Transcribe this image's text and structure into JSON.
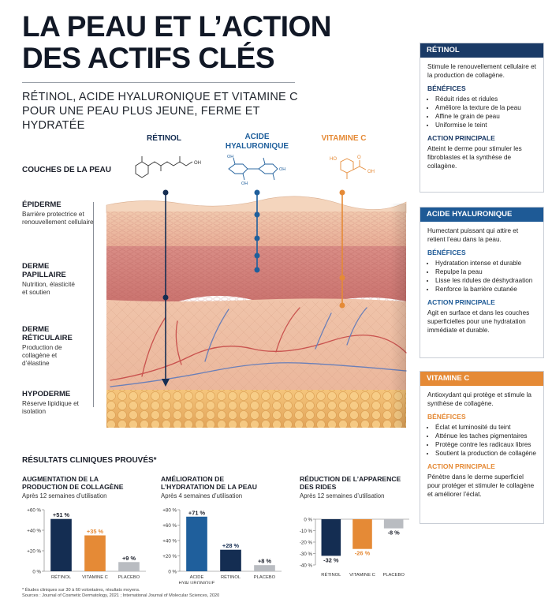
{
  "header": {
    "title": "LA PEAU ET L’ACTION DES ACTIFS CLÉS",
    "subtitle": "RÉTINOL, ACIDE HYALURONIQUE ET VITAMINE C POUR UNE PEAU PLUS JEUNE, FERME ET HYDRATÉE"
  },
  "columns": {
    "retinol": "RÉTINOL",
    "hyaluronic": "ACIDE HYALURONIQUE",
    "vitc": "VITAMINE C"
  },
  "molecule_labels": {
    "retinol_oh": "OH",
    "ha_oh": "OH",
    "ha_oh2": "OH",
    "ha_cooh": "OH",
    "vitc_ho": "HO",
    "vitc_oh": "OH",
    "vitc_o": "O"
  },
  "layers": {
    "heading": "COUCHES DE LA PEAU",
    "items": [
      {
        "name": "ÉPIDERME",
        "desc": "Barrière protectrice et renouvellement cellulaire"
      },
      {
        "name": "DERME PAPILLAIRE",
        "desc": "Nutrition, élasticité et soutien"
      },
      {
        "name": "DERME RÉTICULAIRE",
        "desc": "Production de collagène et d’élastine"
      },
      {
        "name": "HYPODERME",
        "desc": "Réserve lipidique et isolation"
      }
    ]
  },
  "panels": [
    {
      "title": "RÉTINOL",
      "intro": "Stimule le renouvellement cellulaire et la production de collagène.",
      "benefits_label": "BÉNÉFICES",
      "benefits": [
        "Réduit rides et ridules",
        "Améliore la texture de la peau",
        "Affine le grain de peau",
        "Uniformise le teint"
      ],
      "action_label": "ACTION PRINCIPALE",
      "action": "Atteint le derme pour stimuler les fibroblastes et la synthèse de collagène."
    },
    {
      "title": "ACIDE HYALURONIQUE",
      "intro": "Humectant puissant qui attire et retient l’eau dans la peau.",
      "benefits_label": "BÉNÉFICES",
      "benefits": [
        "Hydratation intense et durable",
        "Repulpe la peau",
        "Lisse les ridules de déshydraation",
        "Renforce la barrière cutanée"
      ],
      "action_label": "ACTION PRINCIPALE",
      "action": "Agit en surface et dans les couches superficielles pour une hydratation immédiate et durable."
    },
    {
      "title": "VITAMINE C",
      "intro": "Antioxydant qui protège et stimule la synthèse de collagène.",
      "benefits_label": "BÉNÉFICES",
      "benefits": [
        "Éclat et luminosité du teint",
        "Atténue les taches pigmentaires",
        "Protège contre les radicaux libres",
        "Soutient la production de collagène"
      ],
      "action_label": "ACTION PRINCIPALE",
      "action": "Pénètre dans le derme superficiel pour protéger et stimuler le collagène et améliorer l’éclat."
    }
  ],
  "colors": {
    "navy": "#142d52",
    "blue": "#1f5f9c",
    "orange": "#e58a36",
    "grey": "#b9bcc1",
    "panel_head_1": "#1a3a66",
    "panel_head_2": "#1e5a96",
    "panel_head_3": "#e58a36"
  },
  "results": {
    "heading": "RÉSULTATS CLINIQUES PROUVÉS*"
  },
  "chart_data": [
    {
      "type": "bar",
      "title": "AUGMENTATION DE LA PRODUCTION DE COLLAGÈNE",
      "subtitle": "Après 12 semaines d’utilisation",
      "categories": [
        "RÉTINOL",
        "VITAMINE C",
        "PLACEBO"
      ],
      "values": [
        51,
        35,
        9
      ],
      "value_labels": [
        "+51 %",
        "+35 %",
        "+9 %"
      ],
      "yticks": [
        0,
        20,
        40,
        60
      ],
      "ytick_labels": [
        "0 %",
        "+20 %",
        "+40 %",
        "+60 %"
      ],
      "ylim": [
        0,
        60
      ],
      "colors": [
        "#142d52",
        "#e58a36",
        "#b9bcc1"
      ]
    },
    {
      "type": "bar",
      "title": "AMÉLIORATION DE L’HYDRATATION DE LA PEAU",
      "subtitle": "Après 4 semaines d’utilisation",
      "categories": [
        "ACIDE HYALURONIQUE",
        "RÉTINOL",
        "PLACEBO"
      ],
      "values": [
        71,
        28,
        8
      ],
      "value_labels": [
        "+71 %",
        "+28 %",
        "+8 %"
      ],
      "yticks": [
        0,
        20,
        40,
        60,
        80
      ],
      "ytick_labels": [
        "0 %",
        "+20 %",
        "+40 %",
        "+60 %",
        "+80 %"
      ],
      "ylim": [
        0,
        80
      ],
      "colors": [
        "#1f5f9c",
        "#142d52",
        "#b9bcc1"
      ]
    },
    {
      "type": "bar",
      "title": "RÉDUCTION DE L’APPARENCE DES RIDES",
      "subtitle": "Après 12 semaines d’utilisation",
      "categories": [
        "RÉTINOL",
        "VITAMINE C",
        "PLACEBO"
      ],
      "values": [
        -32,
        -26,
        -8
      ],
      "value_labels": [
        "-32 %",
        "-26 %",
        "-8 %"
      ],
      "yticks": [
        0,
        -10,
        -20,
        -30,
        -40
      ],
      "ytick_labels": [
        "0 %",
        "-10 %",
        "-20 %",
        "-30 %",
        "-40 %"
      ],
      "ylim": [
        -40,
        0
      ],
      "colors": [
        "#142d52",
        "#e58a36",
        "#b9bcc1"
      ]
    }
  ],
  "footnote": {
    "line1": "* Études cliniques sur 30 à 60 volontaires, résultats moyens.",
    "line2": "Sources : Journal of Cosmetic Dermatology, 2021 ; International Journal of Molecular Sciences, 2020"
  }
}
